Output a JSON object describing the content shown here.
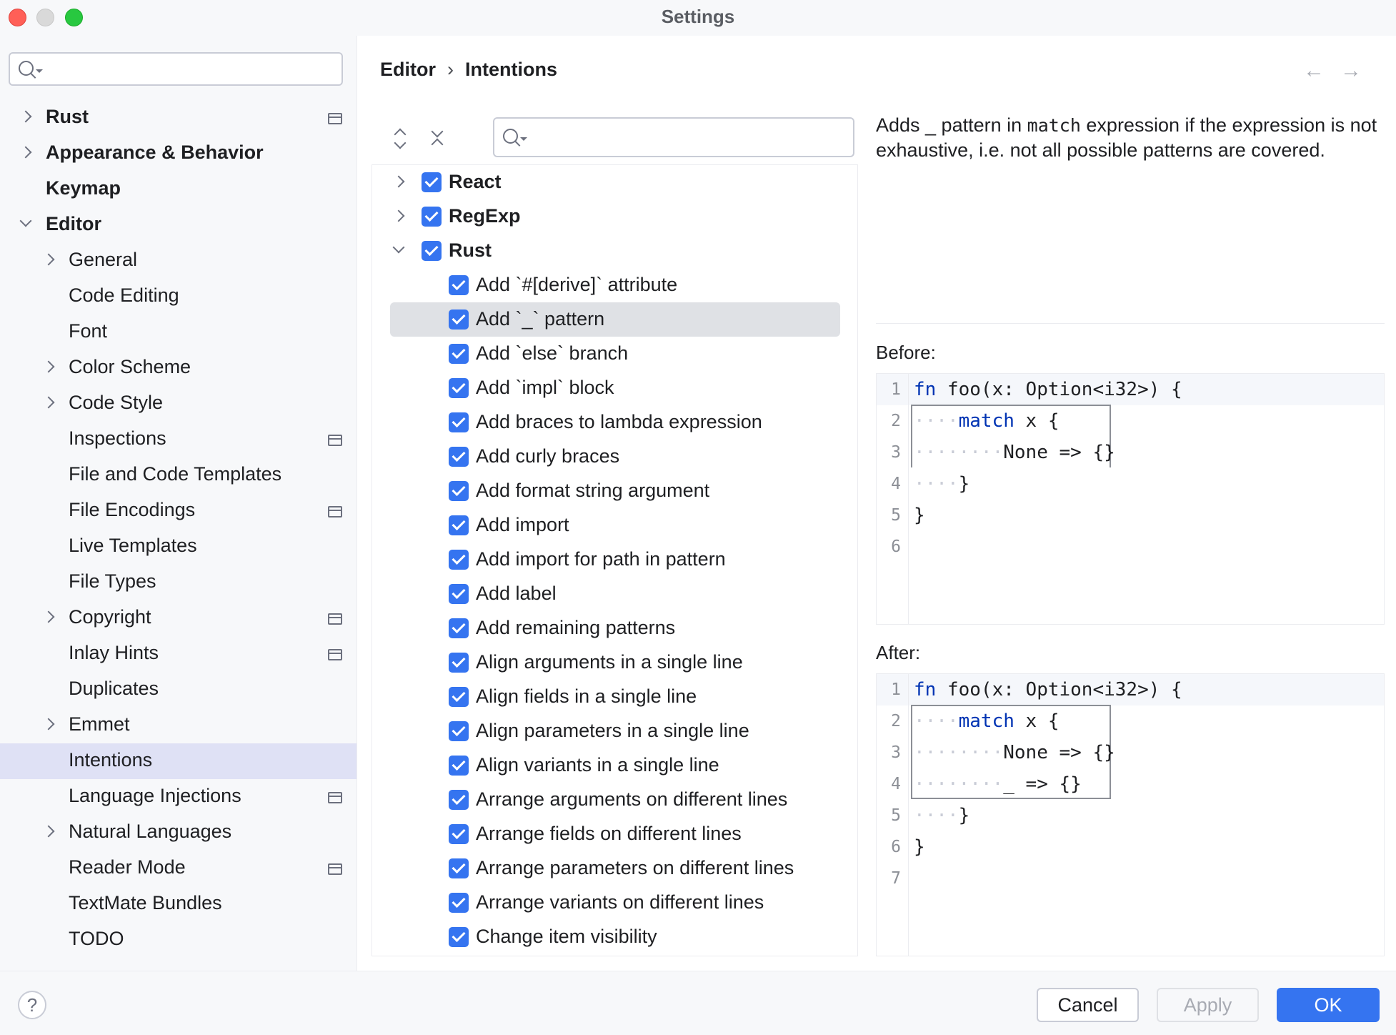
{
  "window": {
    "title": "Settings"
  },
  "colors": {
    "accent": "#3574f0",
    "selection": "#dfe1f5",
    "keyword": "#0033b3"
  },
  "sidebar": {
    "search_placeholder": "",
    "items": [
      {
        "label": "Rust",
        "level": 0,
        "bold": true,
        "chevron": "right",
        "project_icon": true
      },
      {
        "label": "Appearance & Behavior",
        "level": 0,
        "bold": true,
        "chevron": "right",
        "project_icon": false
      },
      {
        "label": "Keymap",
        "level": 0,
        "bold": true,
        "chevron": "none",
        "project_icon": false
      },
      {
        "label": "Editor",
        "level": 0,
        "bold": true,
        "chevron": "down",
        "project_icon": false
      },
      {
        "label": "General",
        "level": 1,
        "bold": false,
        "chevron": "right",
        "project_icon": false
      },
      {
        "label": "Code Editing",
        "level": 1,
        "bold": false,
        "chevron": "none",
        "project_icon": false
      },
      {
        "label": "Font",
        "level": 1,
        "bold": false,
        "chevron": "none",
        "project_icon": false
      },
      {
        "label": "Color Scheme",
        "level": 1,
        "bold": false,
        "chevron": "right",
        "project_icon": false
      },
      {
        "label": "Code Style",
        "level": 1,
        "bold": false,
        "chevron": "right",
        "project_icon": false
      },
      {
        "label": "Inspections",
        "level": 1,
        "bold": false,
        "chevron": "none",
        "project_icon": true
      },
      {
        "label": "File and Code Templates",
        "level": 1,
        "bold": false,
        "chevron": "none",
        "project_icon": false
      },
      {
        "label": "File Encodings",
        "level": 1,
        "bold": false,
        "chevron": "none",
        "project_icon": true
      },
      {
        "label": "Live Templates",
        "level": 1,
        "bold": false,
        "chevron": "none",
        "project_icon": false
      },
      {
        "label": "File Types",
        "level": 1,
        "bold": false,
        "chevron": "none",
        "project_icon": false
      },
      {
        "label": "Copyright",
        "level": 1,
        "bold": false,
        "chevron": "right",
        "project_icon": true
      },
      {
        "label": "Inlay Hints",
        "level": 1,
        "bold": false,
        "chevron": "none",
        "project_icon": true
      },
      {
        "label": "Duplicates",
        "level": 1,
        "bold": false,
        "chevron": "none",
        "project_icon": false
      },
      {
        "label": "Emmet",
        "level": 1,
        "bold": false,
        "chevron": "right",
        "project_icon": false
      },
      {
        "label": "Intentions",
        "level": 1,
        "bold": false,
        "chevron": "none",
        "project_icon": false,
        "selected": true
      },
      {
        "label": "Language Injections",
        "level": 1,
        "bold": false,
        "chevron": "none",
        "project_icon": true
      },
      {
        "label": "Natural Languages",
        "level": 1,
        "bold": false,
        "chevron": "right",
        "project_icon": false
      },
      {
        "label": "Reader Mode",
        "level": 1,
        "bold": false,
        "chevron": "none",
        "project_icon": true
      },
      {
        "label": "TextMate Bundles",
        "level": 1,
        "bold": false,
        "chevron": "none",
        "project_icon": false
      },
      {
        "label": "TODO",
        "level": 1,
        "bold": false,
        "chevron": "none",
        "project_icon": false
      }
    ]
  },
  "header": {
    "breadcrumb": [
      "Editor",
      "Intentions"
    ],
    "separator": "›",
    "back_arrow": "←",
    "forward_arrow": "→"
  },
  "intentions": {
    "search_placeholder": "",
    "groups": [
      {
        "label": "React",
        "checked": true,
        "expanded": false
      },
      {
        "label": "RegExp",
        "checked": true,
        "expanded": false
      },
      {
        "label": "Rust",
        "checked": true,
        "expanded": true
      }
    ],
    "rust_items": [
      "Add `#[derive]` attribute",
      "Add `_` pattern",
      "Add `else` branch",
      "Add `impl` block",
      "Add braces to lambda expression",
      "Add curly braces",
      "Add format string argument",
      "Add import",
      "Add import for path in pattern",
      "Add label",
      "Add remaining patterns",
      "Align arguments in a single line",
      "Align fields in a single line",
      "Align parameters in a single line",
      "Align variants in a single line",
      "Arrange arguments on different lines",
      "Arrange fields on different lines",
      "Arrange parameters on different lines",
      "Arrange variants on different lines",
      "Change item visibility"
    ],
    "selected_index": 1
  },
  "description": {
    "part1": "Adds _ pattern in ",
    "code": "match",
    "part2": " expression if the expression is not exhaustive, i.e. not all possible patterns are covered."
  },
  "before": {
    "label": "Before:",
    "line_numbers": [
      "1",
      "2",
      "3",
      "4",
      "5",
      "6"
    ]
  },
  "after": {
    "label": "After:",
    "line_numbers": [
      "1",
      "2",
      "3",
      "4",
      "5",
      "6",
      "7"
    ]
  },
  "code": {
    "fn_kw": "fn",
    "signature": " foo(x: Option<i32>) {",
    "match_kw": "match",
    "match_rest": " x {",
    "none_arm": "None => {}",
    "wild_arm": "_ => {}",
    "close": "}"
  },
  "footer": {
    "help": "?",
    "cancel": "Cancel",
    "apply": "Apply",
    "ok": "OK"
  }
}
